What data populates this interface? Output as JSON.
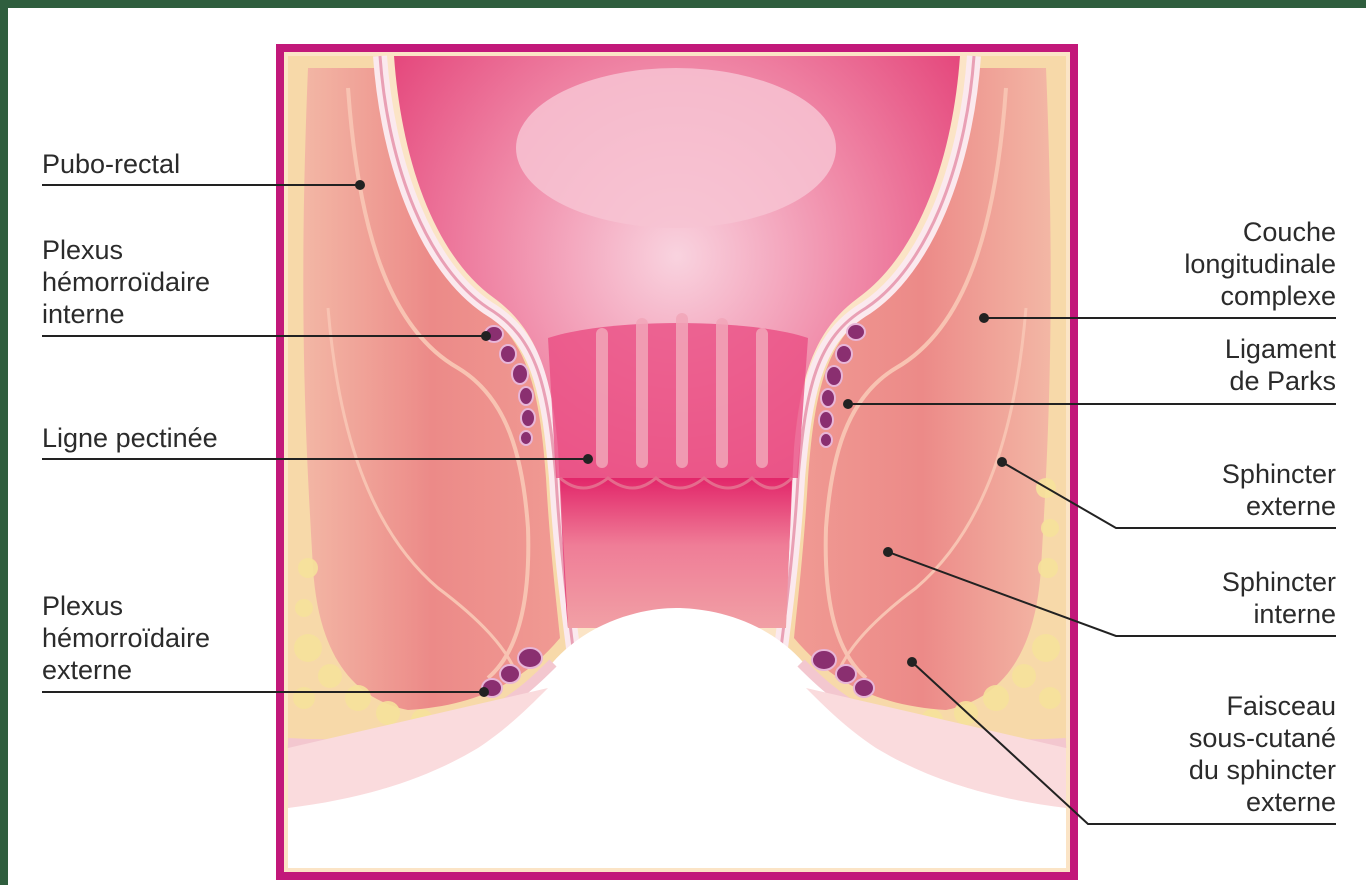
{
  "labels": {
    "pubo_rectal": [
      "Pubo-rectal"
    ],
    "plexus_interne": [
      "Plexus",
      "hémorroïdaire",
      "interne"
    ],
    "ligne_pectinee": [
      "Ligne pectinée"
    ],
    "plexus_externe": [
      "Plexus",
      "hémorroïdaire",
      "externe"
    ],
    "couche_longitudinale": [
      "Couche",
      "longitudinale",
      "complexe"
    ],
    "ligament_parks": [
      "Ligament",
      "de Parks"
    ],
    "sphincter_externe": [
      "Sphincter",
      "externe"
    ],
    "sphincter_interne": [
      "Sphincter",
      "interne"
    ],
    "faisceau_sous_cutane": [
      "Faisceau",
      "sous-cutané",
      "du sphincter",
      "externe"
    ]
  },
  "colors": {
    "frame": "#c2187a",
    "background_band": "#2f5e3e",
    "muscle": "#ec8a8a",
    "muscle_light": "#f5b2a6",
    "fat": "#f7e3a2",
    "mucosa": "#e63d78",
    "lumen_highlight": "#f6b9c9",
    "plexus": "#8a2f70",
    "leader_line": "#222222"
  }
}
